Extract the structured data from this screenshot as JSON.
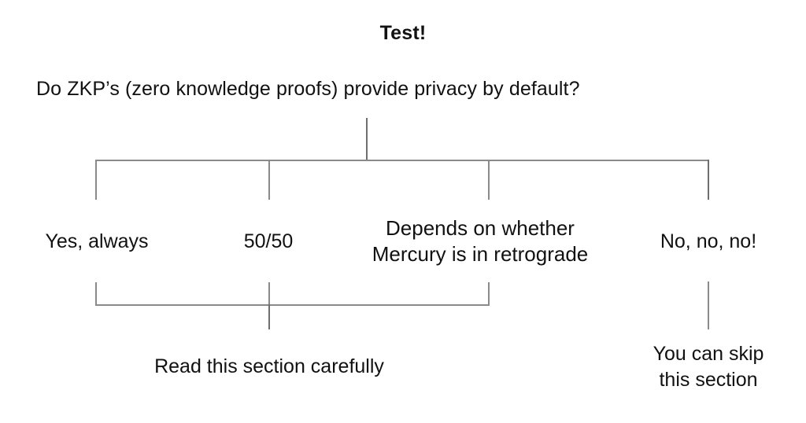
{
  "slide": {
    "title": "Test!",
    "question": "Do ZKP’s (zero knowledge proofs) provide privacy by default?"
  },
  "branches": [
    {
      "id": "yes",
      "label": "Yes, always"
    },
    {
      "id": "fifty-fifty",
      "label": "50/50"
    },
    {
      "id": "depends",
      "label": "Depends on whether\nMercury is in retrograde"
    },
    {
      "id": "no",
      "label": "No, no, no!"
    }
  ],
  "outcomes": [
    {
      "id": "read",
      "label": "Read this section carefully"
    },
    {
      "id": "skip",
      "label": "You can skip\nthis section"
    }
  ],
  "style": {
    "background": "#ffffff",
    "text_color": "#111111",
    "line_color": "#8a8a8a",
    "line_color_dark": "#6e6e6e"
  }
}
